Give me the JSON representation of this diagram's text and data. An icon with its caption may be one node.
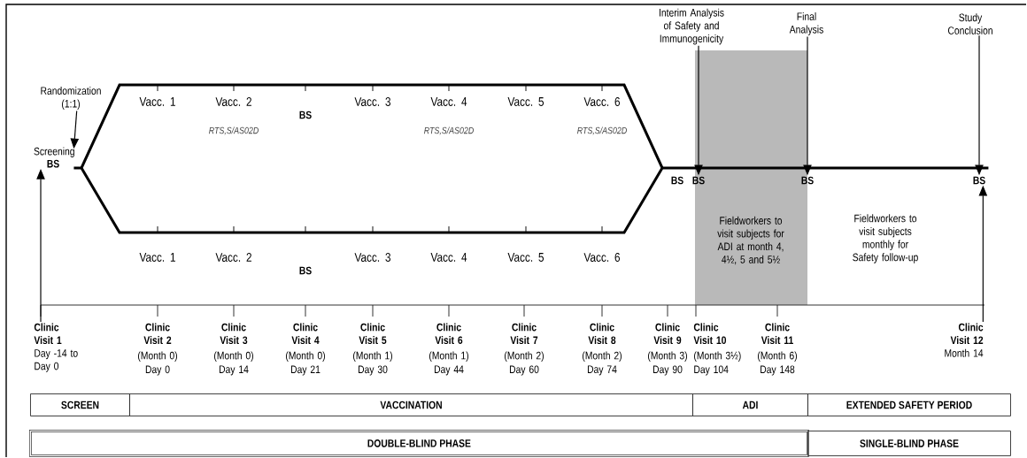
{
  "diagram": {
    "nodes": [
      {
        "text": [
          "Randomization (1:1)"
        ]
      },
      {
        "text": [
          "Screening",
          "BS"
        ]
      },
      {
        "text": [
          "Interim Analysis of Safety and Immunogenicity"
        ]
      },
      {
        "text": [
          "Final Analysis"
        ]
      },
      {
        "text": [
          "Study Conclusion"
        ]
      },
      {
        "text": [
          "BS"
        ]
      },
      {
        "text": [
          "BS"
        ]
      },
      {
        "text": [
          "BS"
        ]
      },
      {
        "text": [
          "Fieldworkers to visit subjects for ADI at month 4, 4½, 5 and 5½"
        ]
      },
      {
        "text": [
          "Clinic Visit 1",
          "Day -14 to Day 0"
        ]
      },
      {
        "text": [
          "Clinic Visit 12",
          "Month 14"
        ]
      },
      {
        "text": [
          "SCREEN"
        ]
      },
      {
        "text": [
          "VACCINATION"
        ]
      },
      {
        "text": [
          "ADI"
        ]
      },
      {
        "text": [
          "EXTENDED SAFETY PERIOD"
        ]
      },
      {
        "text": [
          "DOUBLE-BLIND PHASE"
        ]
      },
      {
        "text": [
          "SINGLE-BLIND PHASE"
        ]
      }
    ],
    "edges": [
      {
        "from": 0,
        "to": 1,
        "arrow": "to"
      },
      {
        "from": 2,
        "to": 5,
        "arrow": "to"
      },
      {
        "from": 3,
        "to": 6,
        "arrow": "to"
      },
      {
        "from": 4,
        "to": 7,
        "arrow": "to"
      },
      {
        "from": 9,
        "to": 1,
        "arrow": "to"
      },
      {
        "from": 10,
        "to": 7,
        "arrow": "to"
      },
      {
        "from": 1,
        "to": 7,
        "arrow": "none",
        "style": "thick"
      }
    ],
    "labels": [
      "Vacc. 1",
      "Vacc. 2",
      "RTS,S/AS02D",
      "BS",
      "Vacc. 3",
      "Vacc. 4",
      "RTS,S/AS02D",
      "Vacc. 5",
      "Vacc. 6",
      "RTS,S/AS02D",
      "BS",
      "Fieldworkers to visit subjects monthly for Safety follow-up",
      "Vacc. 1",
      "Vacc. 2",
      "BS",
      "Vacc. 3",
      "Vacc. 4",
      "Vacc. 5",
      "Vacc. 6",
      "Clinic Visit 2",
      "(Month 0)",
      "Day 0",
      "Clinic Visit 3",
      "(Month 0)",
      "Day 14",
      "Clinic Visit 4",
      "(Month 0)",
      "Day 21",
      "Clinic Visit 5",
      "(Month 1)",
      "Day 30",
      "Clinic Visit 6",
      "(Month 1)",
      "Day 44",
      "Clinic Visit 7",
      "(Month 2)",
      "Day 60",
      "Clinic Visit 8",
      "(Month 2)",
      "Day 74",
      "Clinic Visit 9",
      "(Month 3)",
      "Day 90",
      "Clinic Visit 10",
      "(Month 3½)",
      "Day 104",
      "Clinic Visit 11",
      "(Month 6)",
      "Day 148"
    ]
  }
}
